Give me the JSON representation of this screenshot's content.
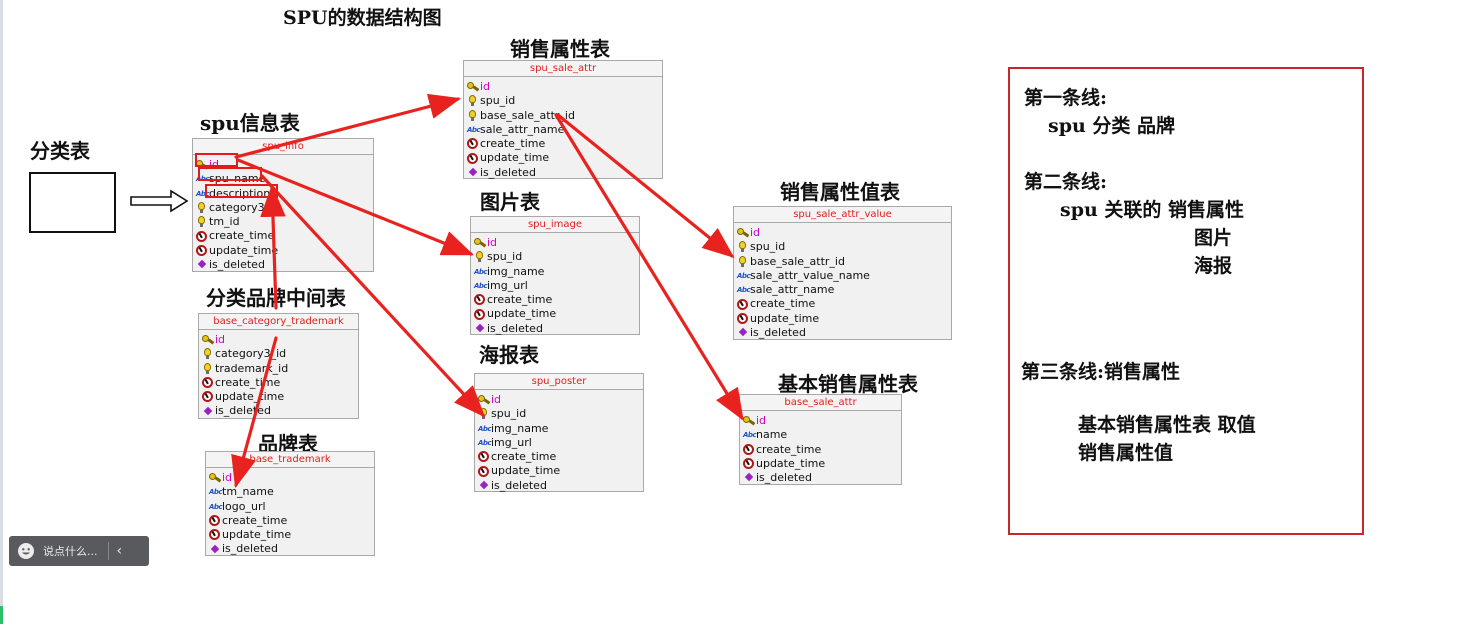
{
  "diagram_title": "SPU的数据结构图",
  "labels": {
    "category_table": "分类表",
    "spu_info_table": "spu信息表",
    "sale_attr_table": "销售属性表",
    "image_table": "图片表",
    "sale_attr_value_table": "销售属性值表",
    "category_trademark_table": "分类品牌中间表",
    "poster_table": "海报表",
    "base_sale_attr_table": "基本销售属性表",
    "trademark_table": "品牌表"
  },
  "tables": {
    "spu_info": {
      "name": "spu_info",
      "fields": [
        "id",
        "spu_name",
        "description",
        "category3_id",
        "tm_id",
        "create_time",
        "update_time",
        "is_deleted"
      ],
      "icons": [
        "key",
        "abc",
        "abc",
        "bulb",
        "bulb",
        "clock",
        "clock",
        "diamond"
      ]
    },
    "spu_sale_attr": {
      "name": "spu_sale_attr",
      "fields": [
        "id",
        "spu_id",
        "base_sale_attr_id",
        "sale_attr_name",
        "create_time",
        "update_time",
        "is_deleted"
      ],
      "icons": [
        "key",
        "bulb",
        "bulb",
        "abc",
        "clock",
        "clock",
        "diamond"
      ]
    },
    "spu_image": {
      "name": "spu_image",
      "fields": [
        "id",
        "spu_id",
        "img_name",
        "img_url",
        "create_time",
        "update_time",
        "is_deleted"
      ],
      "icons": [
        "key",
        "bulb",
        "abc",
        "abc",
        "clock",
        "clock",
        "diamond"
      ]
    },
    "spu_sale_attr_value": {
      "name": "spu_sale_attr_value",
      "fields": [
        "id",
        "spu_id",
        "base_sale_attr_id",
        "sale_attr_value_name",
        "sale_attr_name",
        "create_time",
        "update_time",
        "is_deleted"
      ],
      "icons": [
        "key",
        "bulb",
        "bulb",
        "abc",
        "abc",
        "clock",
        "clock",
        "diamond"
      ]
    },
    "base_category_trademark": {
      "name": "base_category_trademark",
      "fields": [
        "id",
        "category3_id",
        "trademark_id",
        "create_time",
        "update_time",
        "is_deleted"
      ],
      "icons": [
        "key",
        "bulb",
        "bulb",
        "clock",
        "clock",
        "diamond"
      ]
    },
    "spu_poster": {
      "name": "spu_poster",
      "fields": [
        "id",
        "spu_id",
        "img_name",
        "img_url",
        "create_time",
        "update_time",
        "is_deleted"
      ],
      "icons": [
        "key",
        "bulb",
        "abc",
        "abc",
        "clock",
        "clock",
        "diamond"
      ]
    },
    "base_sale_attr": {
      "name": "base_sale_attr",
      "fields": [
        "id",
        "name",
        "create_time",
        "update_time",
        "is_deleted"
      ],
      "icons": [
        "key",
        "abc",
        "clock",
        "clock",
        "diamond"
      ]
    },
    "base_trademark": {
      "name": "base_trademark",
      "fields": [
        "id",
        "tm_name",
        "logo_url",
        "create_time",
        "update_time",
        "is_deleted"
      ],
      "icons": [
        "key",
        "abc",
        "abc",
        "clock",
        "clock",
        "diamond"
      ]
    }
  },
  "notes": {
    "line1_title": "第一条线:",
    "line1_body": "spu 分类 品牌",
    "line2_title": "第二条线:",
    "line2_body": "spu 关联的 销售属性",
    "line2_item2": "图片",
    "line2_item3": "海报",
    "line3_title": "第三条线:销售属性",
    "line3_body": "基本销售属性表 取值",
    "line3_item2": "销售属性值"
  },
  "chat": {
    "placeholder": "说点什么..."
  },
  "colors": {
    "arrow": "#e8231f",
    "table_header_text": "#e0201d",
    "primary_key_text": "#d100c9",
    "notes_border": "#c8262b"
  }
}
